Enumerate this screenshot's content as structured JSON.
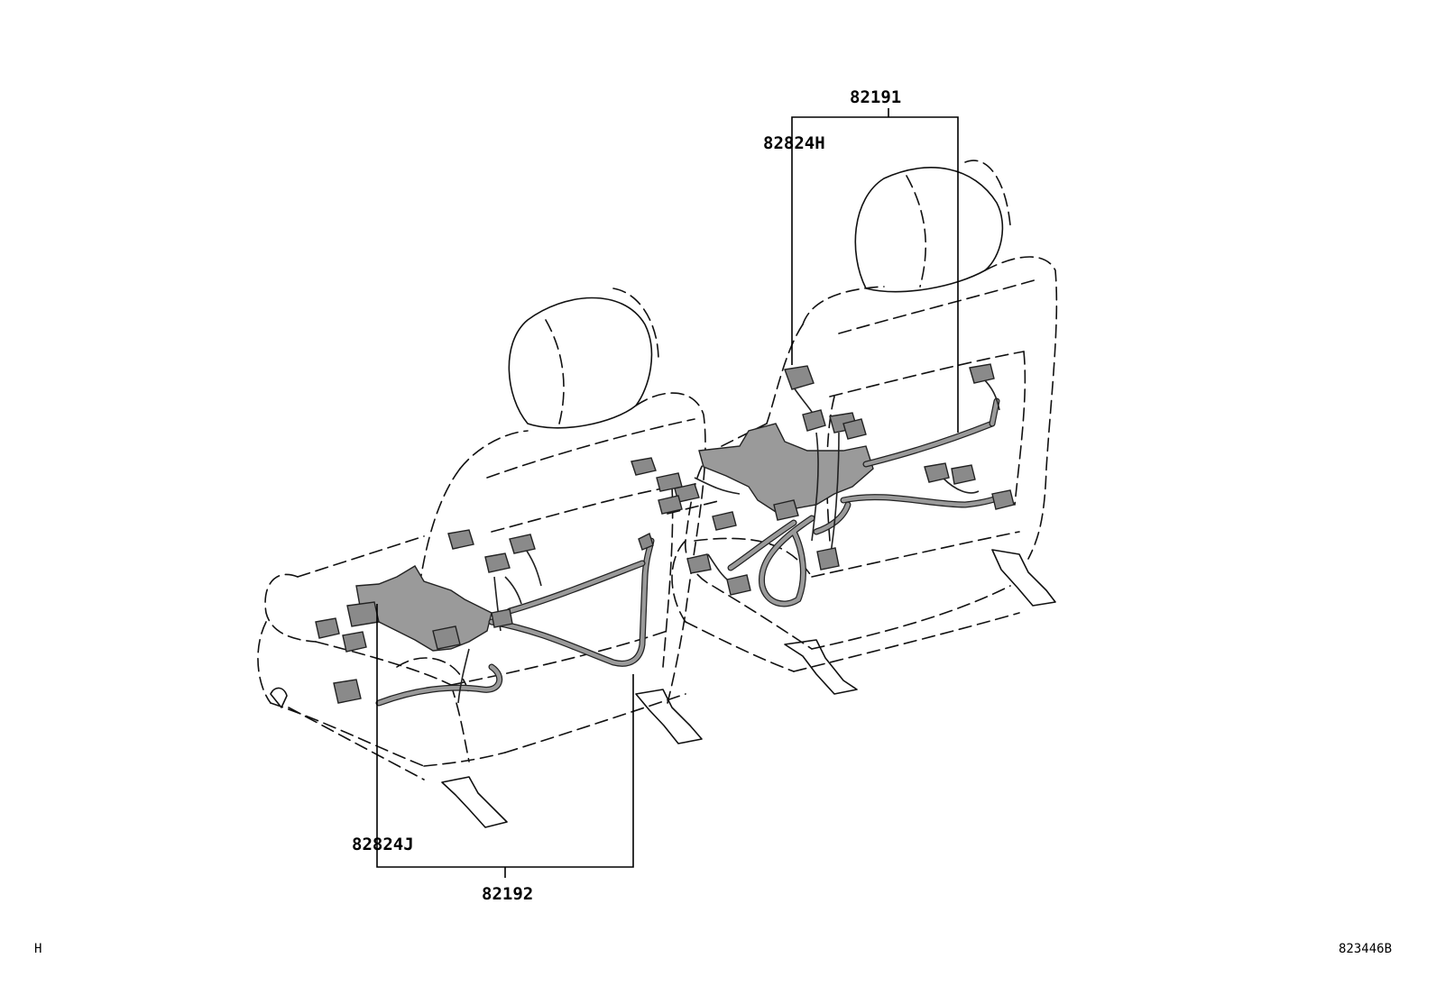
{
  "callouts": {
    "p82191": "82191",
    "p82824H": "82824H",
    "p82824J": "82824J",
    "p82192": "82192"
  },
  "corner": {
    "left": "H",
    "right": "823446B"
  },
  "colors": {
    "line": "#111111",
    "fill": "#9a9a9a",
    "background": "#ffffff"
  }
}
